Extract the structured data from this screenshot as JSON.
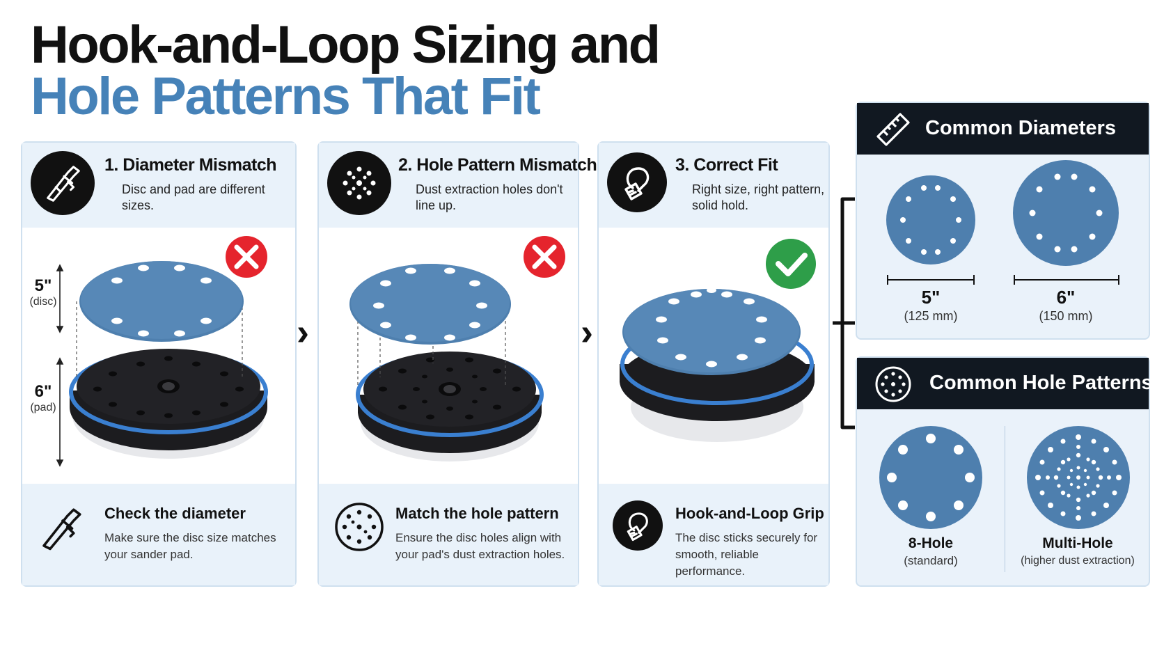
{
  "title": {
    "line1": "Hook-and-Loop Sizing and",
    "line2": "Hole Patterns That Fit"
  },
  "cards": [
    {
      "title": "1. Diameter Mismatch",
      "subtitle": "Disc and pad are different sizes.",
      "disc_label": "5\"",
      "disc_sub": "(disc)",
      "pad_label": "6\"",
      "pad_sub": "(pad)",
      "footer_title": "Check the diameter",
      "footer_text": "Make sure the disc size matches your sander pad."
    },
    {
      "title": "2. Hole Pattern Mismatch",
      "subtitle": "Dust extraction holes don't line up.",
      "footer_title": "Match the hole pattern",
      "footer_text": "Ensure the disc holes align with your pad's dust extraction holes."
    },
    {
      "title": "3. Correct Fit",
      "subtitle": "Right size, right pattern, solid hold.",
      "footer_title": "Hook-and-Loop Grip",
      "footer_text": "The disc sticks securely for smooth, reliable performance."
    }
  ],
  "diameters": {
    "title": "Common Diameters",
    "items": [
      {
        "size": "5\"",
        "mm": "(125 mm)"
      },
      {
        "size": "6\"",
        "mm": "(150 mm)"
      }
    ]
  },
  "hole_patterns": {
    "title": "Common Hole Patterns",
    "items": [
      {
        "name": "8-Hole",
        "desc": "(standard)"
      },
      {
        "name": "Multi-Hole",
        "desc": "(higher dust extraction)"
      }
    ]
  },
  "colors": {
    "accent_blue": "#4682b8",
    "disc_blue": "#4e7fae",
    "pad_black": "#1c1c1f",
    "error_red": "#e5242d",
    "success_green": "#2e9e49",
    "panel_header": "#111821"
  },
  "icons": {
    "card1": "caliper-icon",
    "card2": "hole-pattern-icon",
    "card3": "hook-loop-icon",
    "diameters": "ruler-icon",
    "hole_patterns": "dotted-circle-icon",
    "mismatch": "x-mark-icon",
    "correct": "checkmark-icon"
  }
}
